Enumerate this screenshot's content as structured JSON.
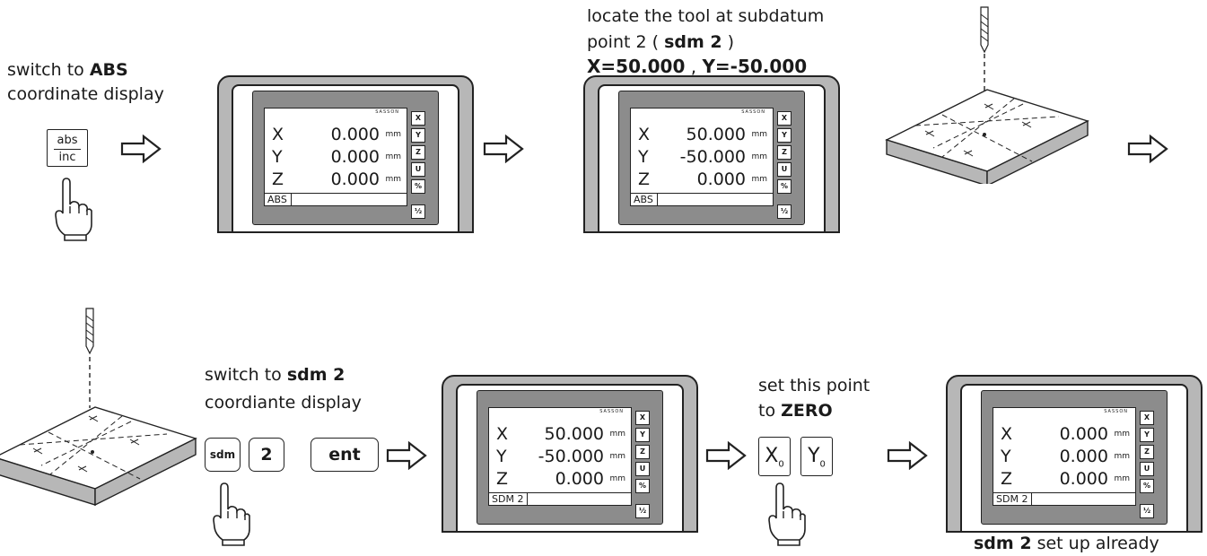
{
  "instructions": {
    "step1_line1": "switch to ",
    "step1_line1_bold": "ABS",
    "step1_line2": "coordinate display",
    "step2_line1": "locate the tool at subdatum",
    "step2_line2a": "point 2 ( ",
    "step2_line2_bold": "sdm 2",
    "step2_line2b": " )",
    "step2_line3a": "X=50.000",
    "step2_line3b": " , ",
    "step2_line3c": "Y=-50.000",
    "step3_line1": "switch to ",
    "step3_line1_bold": "sdm 2",
    "step3_line2": "coordiante display",
    "step4_line1": "set this point",
    "step4_line2a": "to ",
    "step4_line2_bold": "ZERO",
    "result_bold": "sdm 2",
    "result_text": " set up already"
  },
  "keys": {
    "abs_top": "abs",
    "abs_bottom": "inc",
    "sdm": "sdm",
    "two": "2",
    "ent": "ent",
    "x0": "X",
    "y0": "Y",
    "zero_sub": "0"
  },
  "brand": "SASSON",
  "softkeys": [
    "X",
    "Y",
    "Z",
    "U",
    "%",
    "½"
  ],
  "displays": [
    {
      "mode": "ABS",
      "rows": [
        {
          "axis": "X",
          "value": "0.000",
          "unit": "mm"
        },
        {
          "axis": "Y",
          "value": "0.000",
          "unit": "mm"
        },
        {
          "axis": "Z",
          "value": "0.000",
          "unit": "mm"
        }
      ]
    },
    {
      "mode": "ABS",
      "rows": [
        {
          "axis": "X",
          "value": "50.000",
          "unit": "mm"
        },
        {
          "axis": "Y",
          "value": "-50.000",
          "unit": "mm"
        },
        {
          "axis": "Z",
          "value": "0.000",
          "unit": "mm"
        }
      ]
    },
    {
      "mode": "SDM 2",
      "rows": [
        {
          "axis": "X",
          "value": "50.000",
          "unit": "mm"
        },
        {
          "axis": "Y",
          "value": "-50.000",
          "unit": "mm"
        },
        {
          "axis": "Z",
          "value": "0.000",
          "unit": "mm"
        }
      ]
    },
    {
      "mode": "SDM 2",
      "rows": [
        {
          "axis": "X",
          "value": "0.000",
          "unit": "mm"
        },
        {
          "axis": "Y",
          "value": "0.000",
          "unit": "mm"
        },
        {
          "axis": "Z",
          "value": "0.000",
          "unit": "mm"
        }
      ]
    }
  ]
}
